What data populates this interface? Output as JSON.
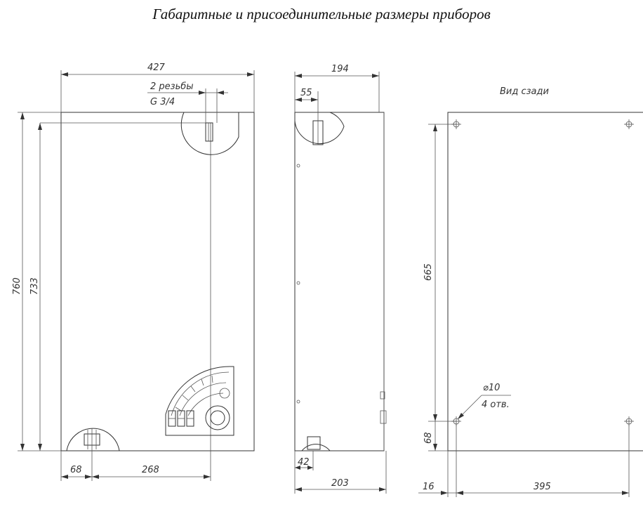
{
  "title": "Габаритные и присоединительные размеры приборов",
  "front_view": {
    "width": "427",
    "thread_count": "2 резьбы",
    "thread_size": "G 3/4",
    "height_total": "760",
    "height_inner": "733",
    "offset_left": "68",
    "offset_pipes": "268"
  },
  "side_view": {
    "depth_top": "194",
    "pipe_offset": "55",
    "bottom_offset": "42",
    "depth_bottom": "203"
  },
  "rear_view": {
    "label": "Вид сзади",
    "mount_height": "665",
    "bottom_height": "68",
    "hole_diameter": "⌀10",
    "hole_count": "4 отв.",
    "left_offset": "16",
    "hole_spacing": "395"
  }
}
